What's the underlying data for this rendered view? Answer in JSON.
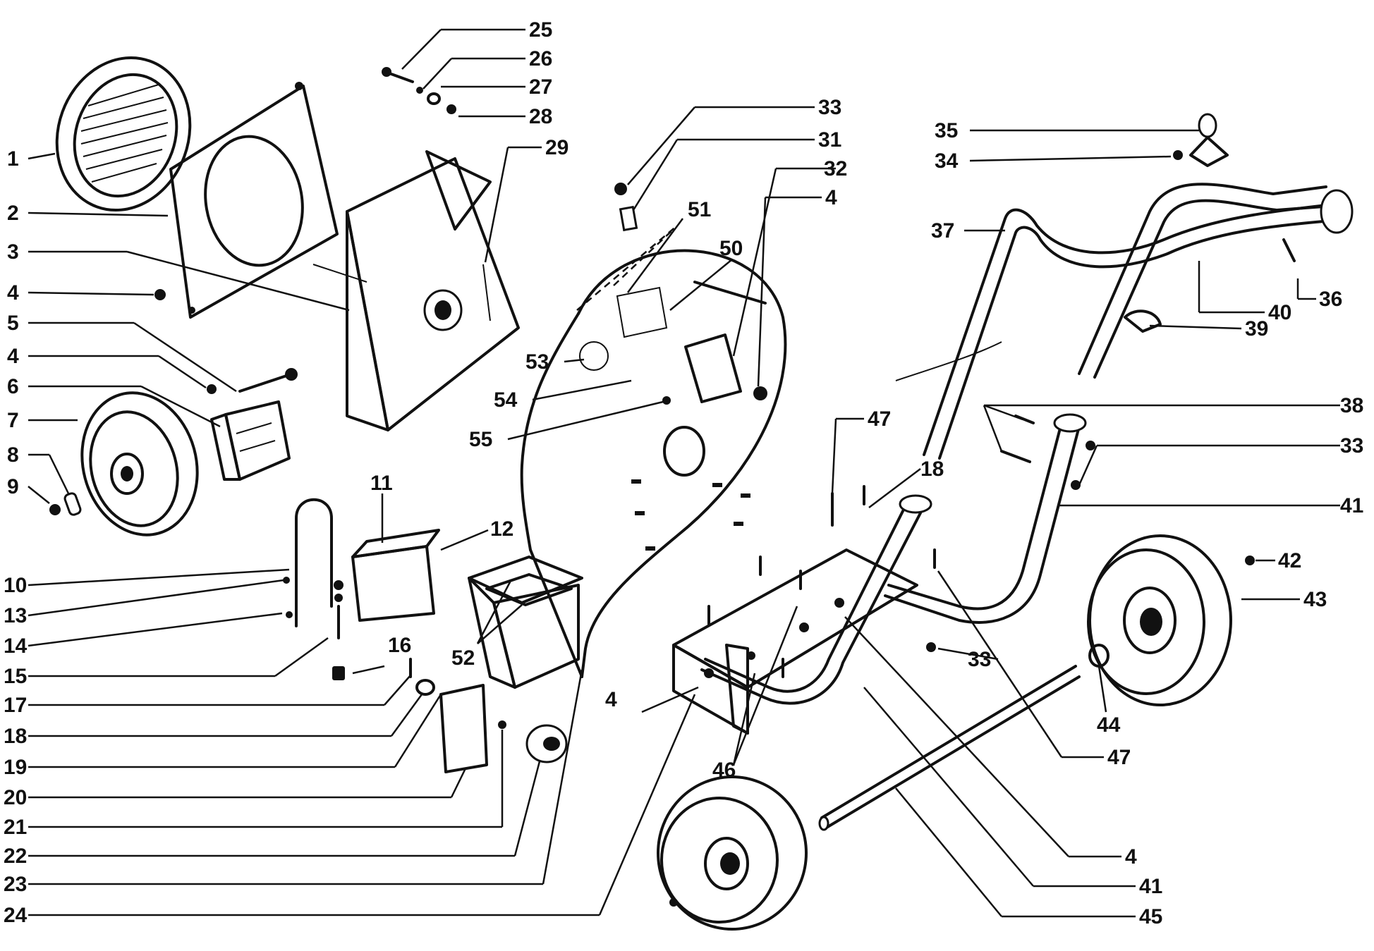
{
  "diagram": {
    "callouts": [
      {
        "id": "c1",
        "text": "1"
      },
      {
        "id": "c2",
        "text": "2"
      },
      {
        "id": "c3",
        "text": "3"
      },
      {
        "id": "c4a",
        "text": "4"
      },
      {
        "id": "c5",
        "text": "5"
      },
      {
        "id": "c4b",
        "text": "4"
      },
      {
        "id": "c6",
        "text": "6"
      },
      {
        "id": "c7",
        "text": "7"
      },
      {
        "id": "c8",
        "text": "8"
      },
      {
        "id": "c9",
        "text": "9"
      },
      {
        "id": "c25",
        "text": "25"
      },
      {
        "id": "c26",
        "text": "26"
      },
      {
        "id": "c27",
        "text": "27"
      },
      {
        "id": "c28",
        "text": "28"
      },
      {
        "id": "c29",
        "text": "29"
      },
      {
        "id": "c33a",
        "text": "33"
      },
      {
        "id": "c31",
        "text": "31"
      },
      {
        "id": "c32",
        "text": "32"
      },
      {
        "id": "c4c",
        "text": "4"
      },
      {
        "id": "c51",
        "text": "51"
      },
      {
        "id": "c50",
        "text": "50"
      },
      {
        "id": "c53",
        "text": "53"
      },
      {
        "id": "c54",
        "text": "54"
      },
      {
        "id": "c55",
        "text": "55"
      },
      {
        "id": "c35",
        "text": "35"
      },
      {
        "id": "c34",
        "text": "34"
      },
      {
        "id": "c37",
        "text": "37"
      },
      {
        "id": "c40",
        "text": "40"
      },
      {
        "id": "c36",
        "text": "36"
      },
      {
        "id": "c39",
        "text": "39"
      },
      {
        "id": "c38",
        "text": "38"
      },
      {
        "id": "c33b",
        "text": "33"
      },
      {
        "id": "c41a",
        "text": "41"
      },
      {
        "id": "c47a",
        "text": "47"
      },
      {
        "id": "c18a",
        "text": "18"
      },
      {
        "id": "c11",
        "text": "11"
      },
      {
        "id": "c12",
        "text": "12"
      },
      {
        "id": "c10",
        "text": "10"
      },
      {
        "id": "c13",
        "text": "13"
      },
      {
        "id": "c14",
        "text": "14"
      },
      {
        "id": "c15",
        "text": "15"
      },
      {
        "id": "c16",
        "text": "16"
      },
      {
        "id": "c17",
        "text": "17"
      },
      {
        "id": "c18b",
        "text": "18"
      },
      {
        "id": "c19",
        "text": "19"
      },
      {
        "id": "c20",
        "text": "20"
      },
      {
        "id": "c21",
        "text": "21"
      },
      {
        "id": "c22",
        "text": "22"
      },
      {
        "id": "c23",
        "text": "23"
      },
      {
        "id": "c24",
        "text": "24"
      },
      {
        "id": "c52",
        "text": "52"
      },
      {
        "id": "c4d",
        "text": "4"
      },
      {
        "id": "c46",
        "text": "46"
      },
      {
        "id": "c42",
        "text": "42"
      },
      {
        "id": "c43",
        "text": "43"
      },
      {
        "id": "c33c",
        "text": "33"
      },
      {
        "id": "c44",
        "text": "44"
      },
      {
        "id": "c47b",
        "text": "47"
      },
      {
        "id": "c4e",
        "text": "4"
      },
      {
        "id": "c41b",
        "text": "41"
      },
      {
        "id": "c45",
        "text": "45"
      }
    ]
  }
}
